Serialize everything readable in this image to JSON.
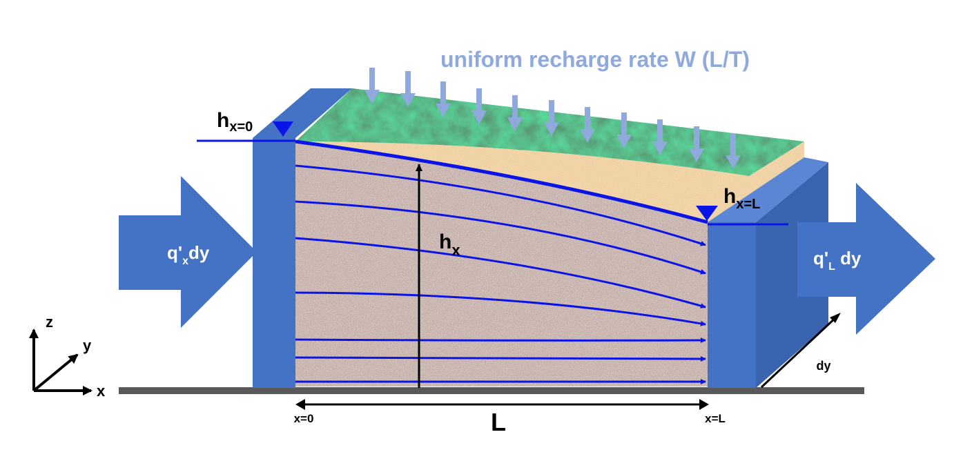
{
  "title": "uniform recharge rate W (L/T)",
  "labels": {
    "h_left_main": "h",
    "h_left_sub": "x=0",
    "h_right_main": "h",
    "h_right_sub": "x=L",
    "h_mid_main": "h",
    "h_mid_sub": "x",
    "inflow_main": "q'",
    "inflow_sub": "x",
    "inflow_suffix": "dy",
    "outflow_main": "q'",
    "outflow_sub": "L",
    "outflow_suffix": " dy",
    "length": "L",
    "x0": "x=0",
    "xL": "x=L",
    "dy": "dy",
    "axis_z": "z",
    "axis_y": "y",
    "axis_x": "x"
  },
  "colors": {
    "title": "#8fa9dc",
    "reservoir": "#4472c4",
    "reservoir_dark": "#2f5597",
    "flow_line": "#0a14e6",
    "soil": "#9c8377",
    "sand": "#d9a066",
    "grass": "#2e6b3c",
    "ground": "#595959",
    "recharge_arrow": "#8fa9dc"
  },
  "icons": [
    "water-table-triangle-icon",
    "recharge-arrow-icon",
    "flow-arrow-icon"
  ]
}
